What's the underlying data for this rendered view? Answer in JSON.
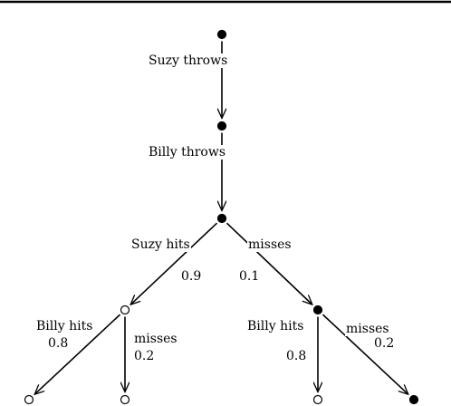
{
  "diagram": {
    "nodes": [
      {
        "id": "root",
        "filled": true
      },
      {
        "id": "after-suzy-throws",
        "filled": true
      },
      {
        "id": "after-billy-throws",
        "filled": true
      },
      {
        "id": "suzy-hits",
        "filled": false
      },
      {
        "id": "suzy-misses",
        "filled": true
      },
      {
        "id": "leaf-hits-billy-hits",
        "filled": false
      },
      {
        "id": "leaf-hits-billy-misses",
        "filled": false
      },
      {
        "id": "leaf-misses-billy-hits",
        "filled": false
      },
      {
        "id": "leaf-misses-billy-misses",
        "filled": true
      }
    ],
    "edges": [
      {
        "from": "root",
        "to": "after-suzy-throws",
        "label": "Suzy throws",
        "prob": ""
      },
      {
        "from": "after-suzy-throws",
        "to": "after-billy-throws",
        "label": "Billy throws",
        "prob": ""
      },
      {
        "from": "after-billy-throws",
        "to": "suzy-hits",
        "label": "Suzy hits",
        "prob": "0.9"
      },
      {
        "from": "after-billy-throws",
        "to": "suzy-misses",
        "label": "misses",
        "prob": "0.1"
      },
      {
        "from": "suzy-hits",
        "to": "leaf-hits-billy-hits",
        "label": "Billy hits",
        "prob": "0.8"
      },
      {
        "from": "suzy-hits",
        "to": "leaf-hits-billy-misses",
        "label": "misses",
        "prob": "0.2"
      },
      {
        "from": "suzy-misses",
        "to": "leaf-misses-billy-hits",
        "label": "Billy hits",
        "prob": "0.8"
      },
      {
        "from": "suzy-misses",
        "to": "leaf-misses-billy-misses",
        "label": "misses",
        "prob": "0.2"
      }
    ]
  }
}
